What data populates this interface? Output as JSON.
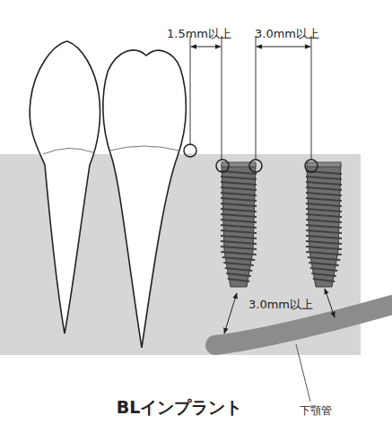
{
  "diagram": {
    "caption": "BLインプラント",
    "labels": [
      "1.5mm以上",
      "3.0mm以上",
      "3.0mm以上",
      "下顎管"
    ]
  }
}
